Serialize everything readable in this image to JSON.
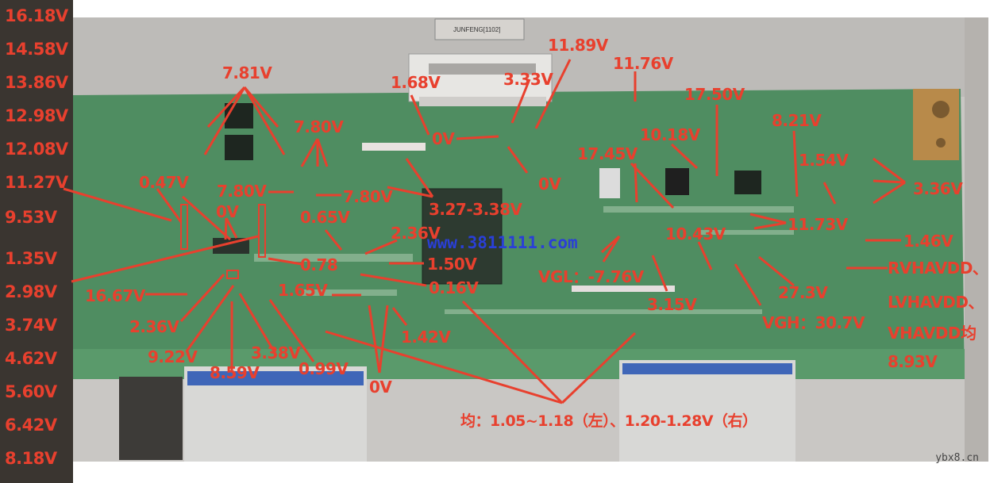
{
  "connector_label": "JUNFENG[1102]",
  "site_url": "www.3811111.com",
  "watermark": "ybx8.cn",
  "colors": {
    "annotation": "#e8402e",
    "url": "#2a3fd6",
    "board": "#4c8a5e"
  },
  "left_column": [
    "16.18V",
    "14.58V",
    "13.86V",
    "12.98V",
    "12.08V",
    "11.27V",
    "9.53V",
    "1.35V",
    "2.98V",
    "3.74V",
    "4.62V",
    "5.60V",
    "6.42V",
    "8.18V"
  ],
  "labels": {
    "v7_81": "7.81V",
    "v7_80a": "7.80V",
    "v7_80b": "7.80V",
    "v7_80c": "7.80V",
    "v0_47": "0.47V",
    "v0v_a": "0V",
    "v0_65": "0.65V",
    "v0_78": "0.78",
    "v16_67": "16.67V",
    "v2_36a": "2.36V",
    "v9_22": "9.22V",
    "v8_59": "8.59V",
    "v3_38": "3.38V",
    "v0_99": "0.99V",
    "v1_65": "1.65V",
    "v0v_b": "0V",
    "v1_42": "1.42V",
    "v0_16": "0.16V",
    "v1_50": "1.50V",
    "v2_36b": "2.36V",
    "v3_27": "3.27-3.38V",
    "v1_68": "1.68V",
    "v0v_c": "0V",
    "v3_33": "3.33V",
    "v11_89": "11.89V",
    "v0v_d": "0V",
    "v11_76": "11.76V",
    "v17_50": "17.50V",
    "v10_18": "10.18V",
    "v17_45": "17.45V",
    "v8_21": "8.21V",
    "v1_54": "1.54V",
    "v3_36": "3.36V",
    "v11_73": "11.73V",
    "v1_46": "1.46V",
    "v10_43": "10.43V",
    "vgl": "VGL：-7.76V",
    "v3_15": "3.15V",
    "v27_3": "27.3V",
    "vgh": "VGH：30.7V",
    "rvhavdd": "RVHAVDD、",
    "lvhavdd": "LVHAVDD、",
    "vhavdd": "VHAVDD均",
    "v8_93": "8.93V",
    "bottom_note": "均：1.05~1.18（左）、1.20-1.28V（右）"
  }
}
